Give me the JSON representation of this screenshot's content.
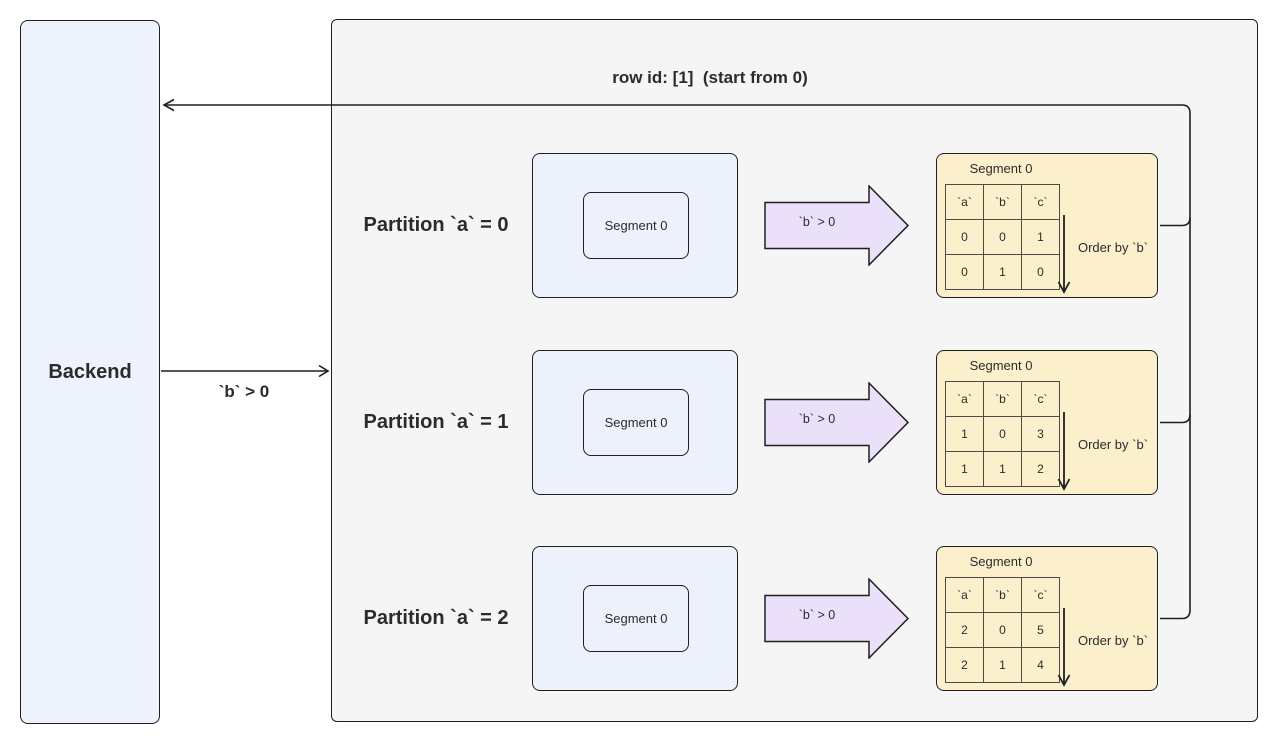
{
  "colors": {
    "backend_fill": "#edf2fc",
    "container_fill": "#f5f5f5",
    "partition_fill": "#ecf1fb",
    "result_fill": "#fcf0cc",
    "filter_arrow_fill": "#eae0fa",
    "line": "#1f1f1f",
    "table_border": "#4c4c42",
    "text": "#2b2b2b"
  },
  "backend": {
    "label": "Backend"
  },
  "edges": {
    "return_label": "row id: [1]  (start from 0)",
    "scan_filter_label": "`b` > 0"
  },
  "partitions": [
    {
      "label": "Partition `a` = 0",
      "segment_label": "Segment 0",
      "filter_label": "`b` > 0",
      "result": {
        "title": "Segment 0",
        "order_label": "Order by `b`",
        "table": {
          "headers": [
            "`a`",
            "`b`",
            "`c`"
          ],
          "rows": [
            [
              "0",
              "0",
              "1"
            ],
            [
              "0",
              "1",
              "0"
            ]
          ]
        }
      }
    },
    {
      "label": "Partition `a` = 1",
      "segment_label": "Segment 0",
      "filter_label": "`b` > 0",
      "result": {
        "title": "Segment 0",
        "order_label": "Order by `b`",
        "table": {
          "headers": [
            "`a`",
            "`b`",
            "`c`"
          ],
          "rows": [
            [
              "1",
              "0",
              "3"
            ],
            [
              "1",
              "1",
              "2"
            ]
          ]
        }
      }
    },
    {
      "label": "Partition `a` = 2",
      "segment_label": "Segment 0",
      "filter_label": "`b` > 0",
      "result": {
        "title": "Segment 0",
        "order_label": "Order by `b`",
        "table": {
          "headers": [
            "`a`",
            "`b`",
            "`c`"
          ],
          "rows": [
            [
              "2",
              "0",
              "5"
            ],
            [
              "2",
              "1",
              "4"
            ]
          ]
        }
      }
    }
  ]
}
